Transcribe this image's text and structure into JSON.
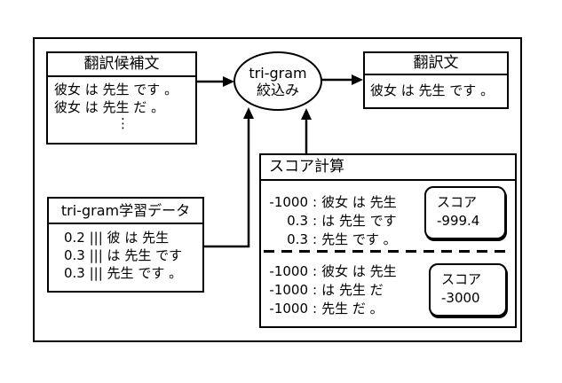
{
  "diagram": {
    "candidates_box": {
      "title": "翻訳候補文",
      "lines": [
        "彼女 は 先生 です 。",
        "彼女 は 先生 だ 。"
      ],
      "ellipsis": "⋮"
    },
    "filter_node": {
      "line1": "tri-gram",
      "line2": "絞込み"
    },
    "translation_box": {
      "title": "翻訳文",
      "line": "彼女 は 先生 です 。"
    },
    "training_box": {
      "title": "tri-gram学習データ",
      "lines": [
        "0.2 ||| 彼 は 先生",
        "0.3 ||| は 先生 です",
        "0.3 ||| 先生 です 。"
      ]
    },
    "score_box": {
      "title": "スコア計算",
      "separator": ":",
      "group1": {
        "entries": [
          {
            "value": "-1000",
            "text": "彼女 は 先生"
          },
          {
            "value": "0.3",
            "text": "は 先生 です"
          },
          {
            "value": "0.3",
            "text": "先生 です 。"
          }
        ],
        "score_label": "スコア",
        "score_value": "-999.4"
      },
      "group2": {
        "entries": [
          {
            "value": "-1000",
            "text": "彼女 は 先生"
          },
          {
            "value": "-1000",
            "text": "は 先生 だ"
          },
          {
            "value": "-1000",
            "text": "先生 だ 。"
          }
        ],
        "score_label": "スコア",
        "score_value": "-3000"
      }
    },
    "colors": {
      "line": "#000000",
      "background": "#ffffff"
    }
  }
}
